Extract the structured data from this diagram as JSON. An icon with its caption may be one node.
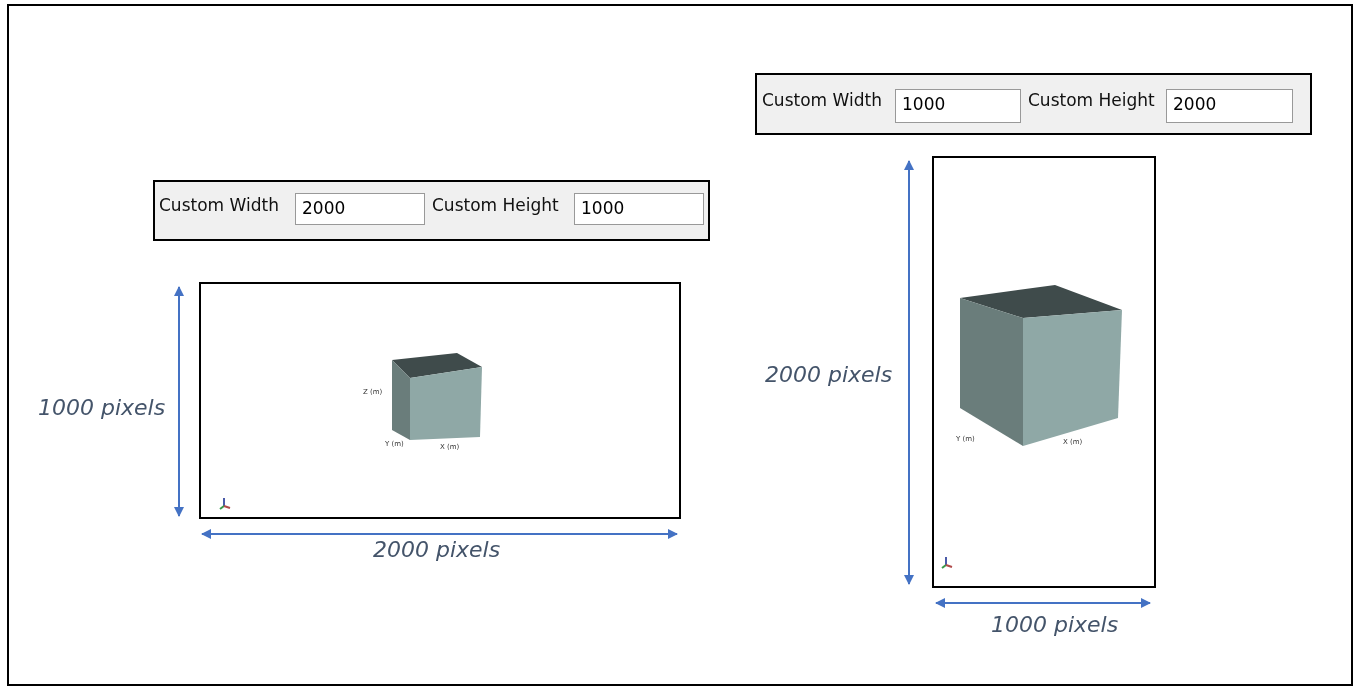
{
  "diagram": {
    "nodes": [
      {
        "text": [
          "Custom Width",
          "Custom Height"
        ]
      },
      {
        "text": [
          "1000"
        ],
        "in": 0
      },
      {
        "text": [
          "2000"
        ],
        "in": 0
      },
      {
        "text": [
          "Custom Width",
          "Custom Height"
        ]
      },
      {
        "text": [
          "2000"
        ],
        "in": 3
      },
      {
        "text": [
          "1000"
        ],
        "in": 3
      }
    ],
    "labels": [
      "2000 pixels",
      "Z (m)",
      "1000 pixels",
      "Y (m)",
      "X (m)",
      "Y (m)",
      "X (m)",
      "2000 pixels",
      "1000 pixels"
    ]
  }
}
